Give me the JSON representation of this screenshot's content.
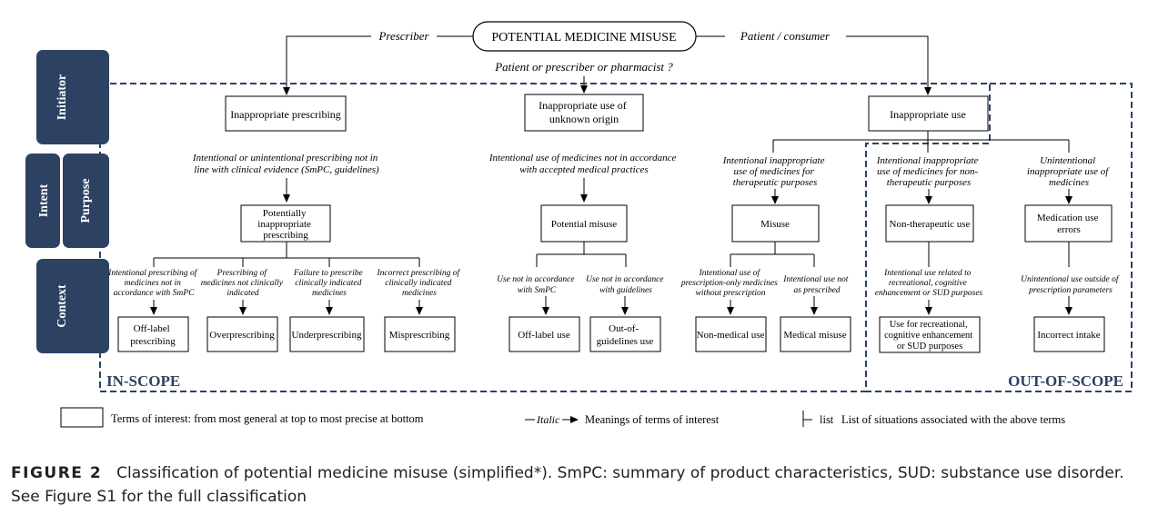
{
  "colors": {
    "navy": "#2d4263",
    "dash": "#2d4263",
    "line": "#000000",
    "text": "#000000"
  },
  "root": {
    "label": "POTENTIAL MEDICINE MISUSE"
  },
  "edges": {
    "prescriber": "Prescriber",
    "patient_consumer": "Patient / consumer",
    "patient_or_prescriber": "Patient or prescriber or pharmacist ?"
  },
  "side_labels": {
    "initiator": "Initiator",
    "intent": "Intent",
    "purpose": "Purpose",
    "context": "Context"
  },
  "scope": {
    "in": "IN-SCOPE",
    "out": "OUT-OF-SCOPE"
  },
  "initiator_boxes": {
    "prescribing": "Inappropriate prescribing",
    "unknown": [
      "Inappropriate use of",
      "unknown origin"
    ],
    "use": "Inappropriate use"
  },
  "intent_texts": {
    "prescribing": [
      "Intentional or unintentional prescribing not in",
      "line with clinical evidence (SmPC, guidelines)"
    ],
    "unknown": [
      "Intentional use of medicines not in accordance",
      "with accepted medical practices"
    ],
    "therapeutic": [
      "Intentional inappropriate",
      "use of medicines for",
      "therapeutic purposes"
    ],
    "non_therapeutic": [
      "Intentional inappropriate",
      "use of medicines for non-",
      "therapeutic purposes"
    ],
    "unintentional": [
      "Unintentional",
      "inappropriate use of",
      "medicines"
    ]
  },
  "purpose_boxes": {
    "pip": [
      "Potentially",
      "inappropriate",
      "prescribing"
    ],
    "potential_misuse": "Potential misuse",
    "misuse": "Misuse",
    "non_therapeutic_use": "Non-therapeutic use",
    "medication_errors": [
      "Medication use",
      "errors"
    ]
  },
  "context_texts": {
    "offlabel": [
      "Intentional prescribing of",
      "medicines not in",
      "accordance with SmPC"
    ],
    "overpresc": [
      "Prescribing of",
      "medicines not clinically",
      "indicated"
    ],
    "underpresc": [
      "Failure to prescribe",
      "clinically indicated",
      "medicines"
    ],
    "mispresc": [
      "Incorrect prescribing of",
      "clinically indicated",
      "medicines"
    ],
    "offlabeluse": [
      "Use not in accordance",
      "with SmPC"
    ],
    "oog": [
      "Use not in accordance",
      "with guidelines"
    ],
    "nonmedical": [
      "Intentional use of",
      "prescription-only medicines",
      "without prescription"
    ],
    "medmisuse": [
      "Intentional use not",
      "as prescribed"
    ],
    "recreational": [
      "Intentional use related to",
      "recreational, cognitive",
      "enhancement or SUD purposes"
    ],
    "incorrect": [
      "Unintentional use outside of",
      "prescription parameters"
    ]
  },
  "context_boxes": {
    "offlabel": [
      "Off-label",
      "prescribing"
    ],
    "overpresc": "Overprescribing",
    "underpresc": "Underprescribing",
    "mispresc": "Misprescribing",
    "offlabeluse": "Off-label use",
    "oog": [
      "Out-of-",
      "guidelines use"
    ],
    "nonmedical": "Non-medical use",
    "medmisuse": "Medical misuse",
    "recreational": [
      "Use for recreational,",
      "cognitive enhancement",
      "or SUD purposes"
    ],
    "incorrect": "Incorrect intake"
  },
  "legend": {
    "terms": "Terms of interest: from most general at top to most precise at bottom",
    "italic": "Italic",
    "meanings": "Meanings of terms of interest",
    "list": "list",
    "situations": "List of situations associated with the above terms"
  },
  "caption": {
    "figure": "FIGURE 2",
    "text": "Classification of potential medicine misuse (simplified*). SmPC: summary of product characteristics, SUD: substance use disorder. See Figure S1 for the full classification"
  }
}
